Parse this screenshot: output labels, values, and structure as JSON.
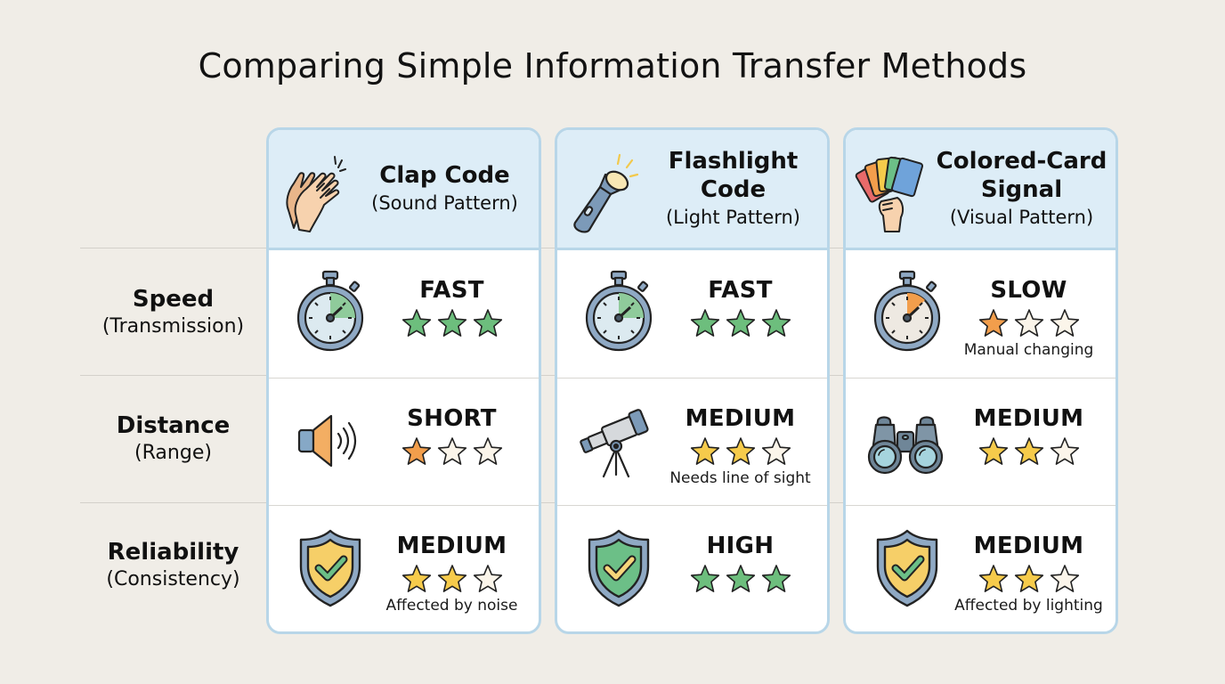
{
  "title": "Comparing Simple Information Transfer Methods",
  "colors": {
    "background": "#F0EDE7",
    "card_border": "#B8D6E8",
    "card_header": "#DDEDF7",
    "star_green": "#6DBE7D",
    "star_yellow": "#F6CB4B",
    "star_orange": "#F29E4C",
    "star_empty": "#FBF5EA"
  },
  "rows": [
    {
      "label": "Speed",
      "sub": "(Transmission)"
    },
    {
      "label": "Distance",
      "sub": "(Range)"
    },
    {
      "label": "Reliability",
      "sub": "(Consistency)"
    }
  ],
  "methods": [
    {
      "name": "Clap Code",
      "pattern": "(Sound Pattern)",
      "icon": "clapping-hands-icon",
      "cells": [
        {
          "rating": "FAST",
          "stars": 3,
          "star_color": "green",
          "icon": "stopwatch-icon",
          "note": ""
        },
        {
          "rating": "SHORT",
          "stars": 1,
          "star_color": "orange",
          "icon": "speaker-icon",
          "note": ""
        },
        {
          "rating": "MEDIUM",
          "stars": 2,
          "star_color": "yellow",
          "icon": "shield-check-icon",
          "note": "Affected by noise"
        }
      ]
    },
    {
      "name": "Flashlight Code",
      "name_line1": "Flashlight",
      "name_line2": "Code",
      "pattern": "(Light Pattern)",
      "icon": "flashlight-icon",
      "cells": [
        {
          "rating": "FAST",
          "stars": 3,
          "star_color": "green",
          "icon": "stopwatch-icon",
          "note": ""
        },
        {
          "rating": "MEDIUM",
          "stars": 2,
          "star_color": "yellow",
          "icon": "telescope-icon",
          "note": "Needs line of sight"
        },
        {
          "rating": "HIGH",
          "stars": 3,
          "star_color": "green",
          "icon": "shield-check-icon",
          "note": ""
        }
      ]
    },
    {
      "name": "Colored-Card Signal",
      "name_line1": "Colored-Card",
      "name_line2": "Signal",
      "pattern": "(Visual Pattern)",
      "icon": "colored-cards-icon",
      "cells": [
        {
          "rating": "SLOW",
          "stars": 1,
          "star_color": "orange",
          "icon": "stopwatch-icon",
          "note": "Manual changing"
        },
        {
          "rating": "MEDIUM",
          "stars": 2,
          "star_color": "yellow",
          "icon": "binoculars-icon",
          "note": ""
        },
        {
          "rating": "MEDIUM",
          "stars": 2,
          "star_color": "yellow",
          "icon": "shield-check-icon",
          "note": "Affected by lighting"
        }
      ]
    }
  ]
}
